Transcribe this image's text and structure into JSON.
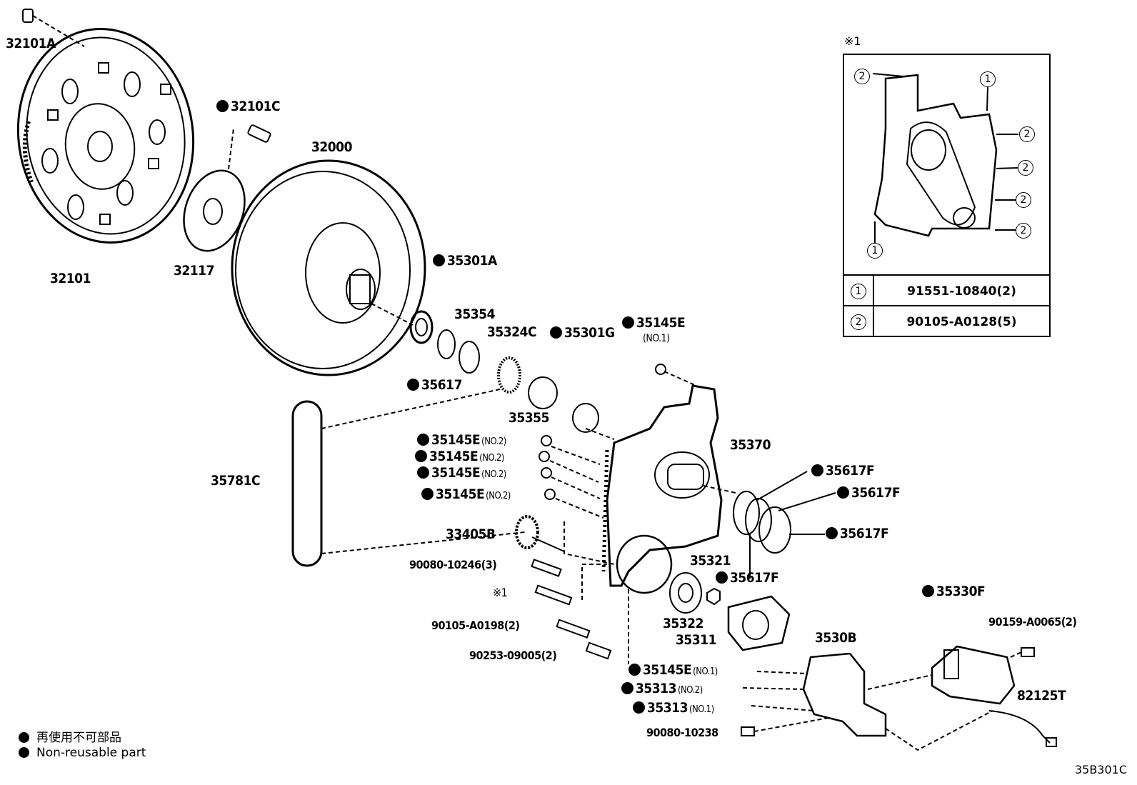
{
  "parts": {
    "p32101A": "32101A",
    "p32101C": "32101C",
    "p32000": "32000",
    "p32101": "32101",
    "p32117": "32117",
    "p35301A": "35301A",
    "p35354": "35354",
    "p35324C": "35324C",
    "p35301G": "35301G",
    "p35145E_top": "35145E",
    "p35145E_top_sub": "(NO.1)",
    "p35617": "35617",
    "p35355": "35355",
    "p35370": "35370",
    "p35145E_a": "35145E",
    "p35145E_b": "35145E",
    "p35145E_c": "35145E",
    "p35145E_d": "35145E",
    "no2": "(NO.2)",
    "no1": "(NO.1)",
    "p35781C": "35781C",
    "p35617F_1": "35617F",
    "p35617F_2": "35617F",
    "p35617F_3": "35617F",
    "p35617F_4": "35617F",
    "p33405B": "33405B",
    "p90080_10246": "90080-10246(3)",
    "ref_mark": "※1",
    "p35321": "35321",
    "p35322": "35322",
    "p35311": "35311",
    "p90105_A0198": "90105-A0198(2)",
    "p90253_09005": "90253-09005(2)",
    "p3530B": "3530B",
    "p35330F": "35330F",
    "p90159_A0065": "90159-A0065(2)",
    "p35145E_e": "35145E",
    "p35313_a": "35313",
    "p35313_b": "35313",
    "p82125T": "82125T",
    "p90080_10238": "90080-10238"
  },
  "inset": {
    "note": "※1",
    "rows": [
      {
        "num": "1",
        "part": "91551-10840(2)"
      },
      {
        "num": "2",
        "part": "90105-A0128(5)"
      }
    ],
    "callouts": [
      "2",
      "1",
      "2",
      "2",
      "2",
      "1",
      "2"
    ]
  },
  "legend": {
    "jp": "再使用不可部品",
    "en": "Non-reusable part"
  },
  "figure_code": "35B301C"
}
